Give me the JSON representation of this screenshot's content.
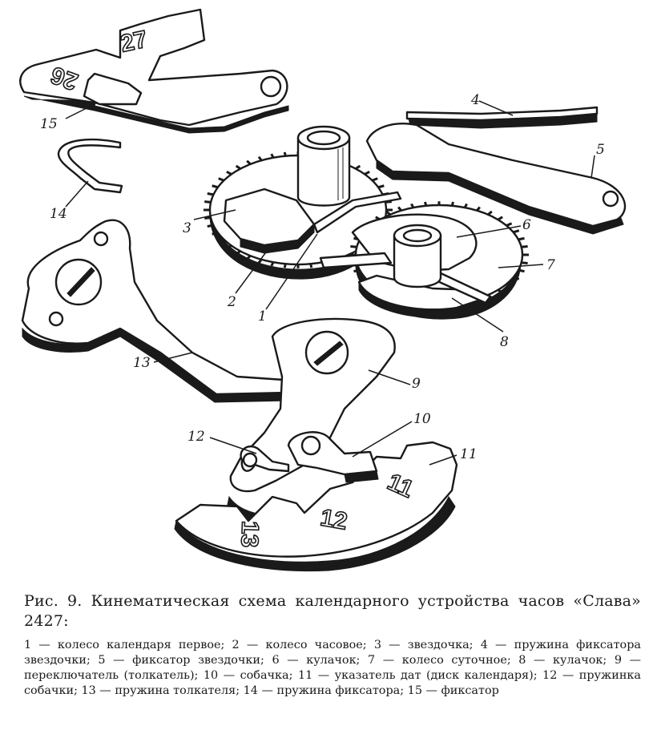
{
  "figure": {
    "labels": [
      {
        "id": "1",
        "text": "1"
      },
      {
        "id": "2",
        "text": "2"
      },
      {
        "id": "3",
        "text": "3"
      },
      {
        "id": "4",
        "text": "4"
      },
      {
        "id": "5",
        "text": "5"
      },
      {
        "id": "6",
        "text": "6"
      },
      {
        "id": "7",
        "text": "7"
      },
      {
        "id": "8",
        "text": "8"
      },
      {
        "id": "9",
        "text": "9"
      },
      {
        "id": "10",
        "text": "10"
      },
      {
        "id": "11",
        "text": "11"
      },
      {
        "id": "12",
        "text": "12"
      },
      {
        "id": "13",
        "text": "13"
      },
      {
        "id": "14",
        "text": "14"
      },
      {
        "id": "15",
        "text": "15"
      }
    ],
    "engraved": {
      "fixator_a": "26",
      "fixator_b": "27",
      "disk_11": "11",
      "disk_12": "12",
      "disk_13": "13"
    }
  },
  "caption": {
    "title": "Рис. 9. Кинематическая схема календарного устройства часов «Слава» 2427:",
    "legend": "1 — колесо календаря первое; 2 — колесо часовое; 3 — звездочка; 4 — пружина фиксатора звездочки; 5 — фиксатор звездочки; 6 — кулачок; 7 — колесо суточное; 8 — кулачок; 9 — переключатель (толкатель); 10 — собачка; 11 — указатель дат (диск календаря); 12 — пружинка собачки; 13 — пружина толкателя; 14 — пружина фиксатора; 15 — фиксатор"
  }
}
